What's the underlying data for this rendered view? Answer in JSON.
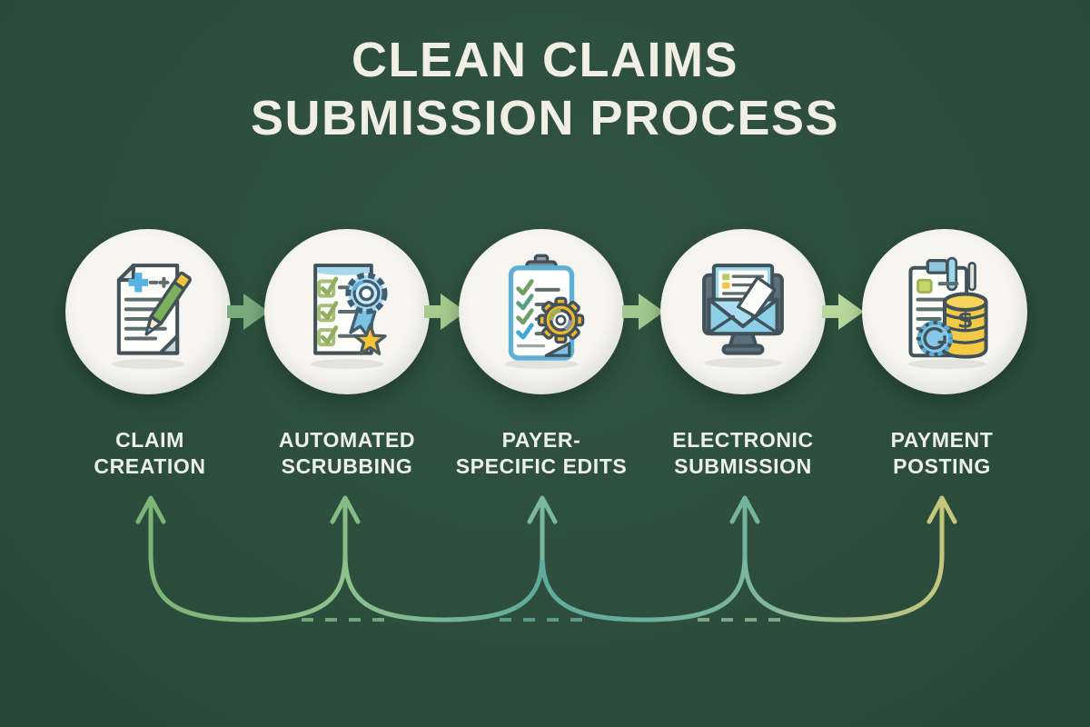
{
  "title": {
    "line1": "CLEAN CLAIMS",
    "line2": "SUBMISSION PROCESS"
  },
  "steps": [
    {
      "name": "claim-creation",
      "icon": "document-pencil-icon",
      "label": {
        "line1": "CLAIM",
        "line2": "CREATION"
      }
    },
    {
      "name": "automated-scrubbing",
      "icon": "checklist-ribbon-badge-icon",
      "label": {
        "line1": "AUTOMATED",
        "line2": "SCRUBBING"
      }
    },
    {
      "name": "payer-specific-edits",
      "icon": "clipboard-gear-icon",
      "label": {
        "line1": "PAYER-",
        "line2": "SPECIFIC EDITS"
      }
    },
    {
      "name": "electronic-submission",
      "icon": "monitor-envelope-icon",
      "label": {
        "line1": "ELECTRONIC",
        "line2": "SUBMISSION"
      }
    },
    {
      "name": "payment-posting",
      "icon": "document-coins-icon",
      "label": {
        "line1": "PAYMENT",
        "line2": "POSTING"
      }
    }
  ],
  "flow": {
    "direction": "left-to-right",
    "forward_arrows": 4,
    "feedback_loops": 4
  },
  "colors": {
    "background": "#2d4e3d",
    "circle_fill": "#f6f5ef",
    "title_text": "#f1eee3",
    "label_text": "#edf0e7",
    "forward_arrow_green_dark": "#79aa7c",
    "forward_arrow_green_light": "#a6ca8e",
    "forward_arrow_green_pale": "#b7d69c",
    "loop_green": "#8cbd85",
    "loop_teal": "#5fa99e",
    "loop_yellow": "#c6c77d",
    "icon_outline": "#42525a",
    "icon_blue": "#7cc4e6",
    "icon_yellow": "#f2c43d",
    "icon_green": "#7db05b"
  }
}
